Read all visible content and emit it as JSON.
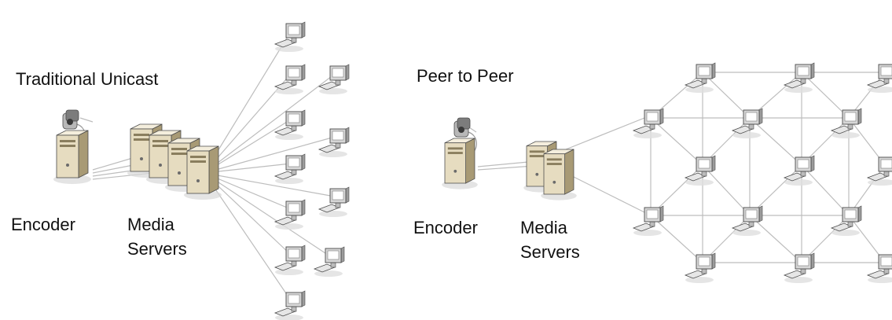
{
  "left_panel": {
    "title": "Traditional Unicast",
    "encoder_label": "Encoder",
    "servers_label_line1": "Media",
    "servers_label_line2": "Servers"
  },
  "right_panel": {
    "title": "Peer to Peer",
    "encoder_label": "Encoder",
    "servers_label_line1": "Media",
    "servers_label_line2": "Servers"
  },
  "colors": {
    "line": "#bdbdbd",
    "device_body": "#e6dcc0",
    "device_shadow": "#a89a75",
    "monitor_frame": "#d7d7d7",
    "monitor_screen": "#ffffff",
    "outline": "#4a4a4a"
  }
}
